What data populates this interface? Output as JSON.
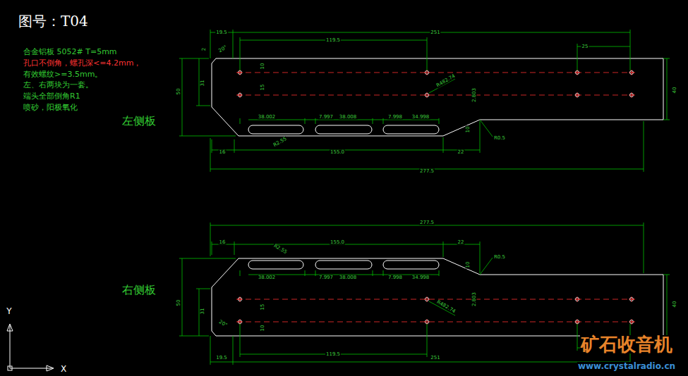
{
  "diagram": {
    "title": "图号：T04",
    "labels": [
      "合金铝板 5052# T=5mm",
      "孔口不倒角，螺孔深<=4.2mm，",
      "有效螺纹>=3.5mm。",
      "左、右两块为一套。",
      "端头全部倒角R1",
      "喷砂，阳极氧化",
      "左侧板",
      "右侧板",
      "19.5",
      "119.5",
      "251",
      "25",
      "20°",
      "2",
      "10",
      "15",
      "31",
      "50",
      "R482.74",
      "2.803",
      "40",
      "38.002",
      "7.997",
      "38.008",
      "7.998",
      "34.998",
      "R2.55",
      "R0.5",
      "10",
      "16",
      "155.0",
      "22",
      "277.5",
      "277.5",
      "155.0",
      "22",
      "16",
      "R2.55",
      "38.002",
      "7.997",
      "38.008",
      "7.998",
      "34.998",
      "R0.5",
      "10",
      "R482.74",
      "2.803",
      "40",
      "10",
      "15",
      "31",
      "50",
      "20°",
      "19.5",
      "119.5",
      "251",
      "矿石收音机",
      "www.crystalradio.cn",
      "Y",
      "X"
    ]
  }
}
